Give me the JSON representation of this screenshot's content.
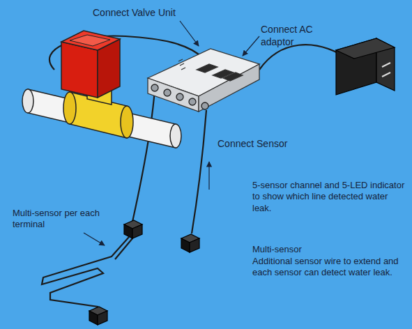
{
  "diagram": {
    "labels": [
      "Connect Valve Unit",
      "Connect AC adaptor",
      "Connect Sensor",
      "5-sensor channel and 5-LED indicator to show which line detected water leak.",
      "Multi-sensor per each terminal",
      "Multi-sensor",
      "Additional sensor wire to extend and each sensor can detect water leak."
    ]
  }
}
